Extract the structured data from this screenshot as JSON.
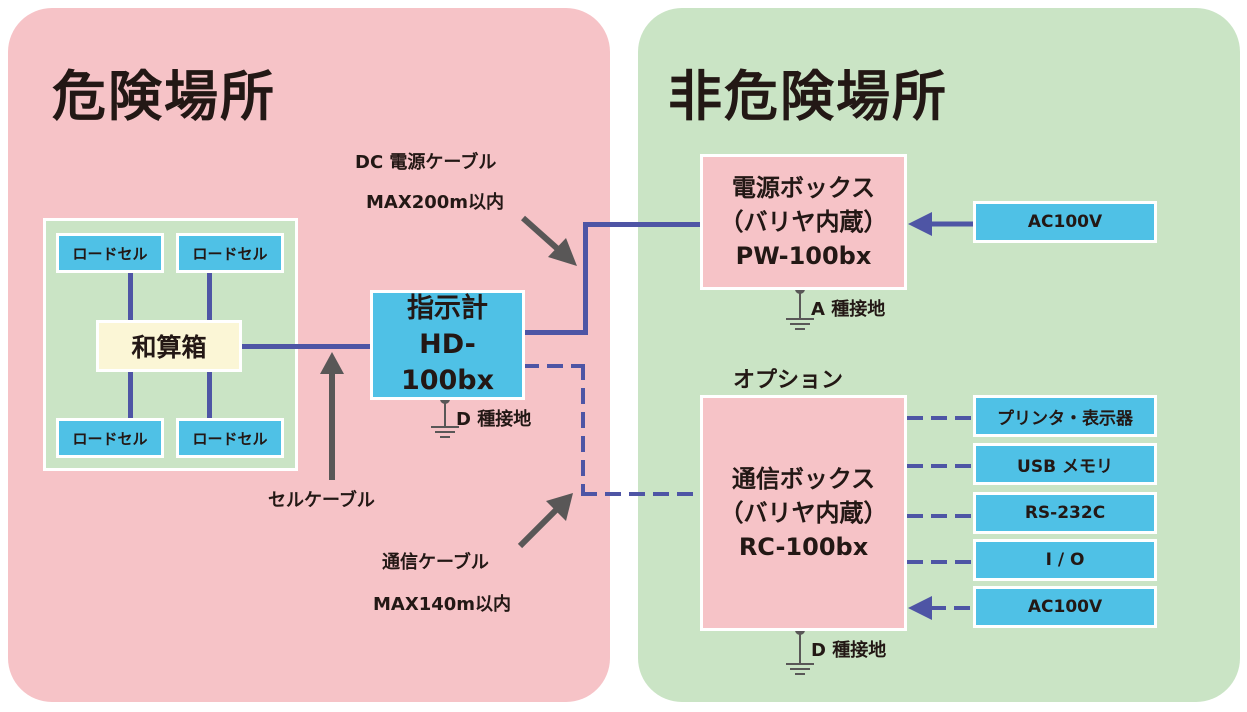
{
  "zones": {
    "hazard": "危険場所",
    "safe": "非危険場所"
  },
  "loadcells": [
    "ロードセル",
    "ロードセル",
    "ロードセル",
    "ロードセル"
  ],
  "junction_box": "和算箱",
  "indicator": {
    "line1": "指示計",
    "line2": "HD-100bx"
  },
  "power_box": {
    "line1": "電源ボックス",
    "line2": "（バリヤ内蔵）",
    "line3": "PW-100bx"
  },
  "comm_box": {
    "line1": "通信ボックス",
    "line2": "（バリヤ内蔵）",
    "line3": "RC-100bx"
  },
  "option_label": "オプション",
  "ac_power_label": "AC100V",
  "comm_outputs": [
    "プリンタ・表示器",
    "USB メモリ",
    "RS-232C",
    "I / O",
    "AC100V"
  ],
  "grounds": {
    "indicator": "D 種接地",
    "power_box": "A 種接地",
    "comm_box": "D 種接地"
  },
  "cables": {
    "dc_cable": "DC 電源ケーブル",
    "dc_max": "MAX200m以内",
    "cell_cable": "セルケーブル",
    "comm_cable": "通信ケーブル",
    "comm_max": "MAX140m以内"
  },
  "colors": {
    "hazard_zone": "#f6c3c7",
    "safe_zone": "#cae4c5",
    "box_blue": "#4fc1e6",
    "junction_cream": "#fbf6d6",
    "line": "#4e55a5",
    "arrow": "#595757"
  }
}
